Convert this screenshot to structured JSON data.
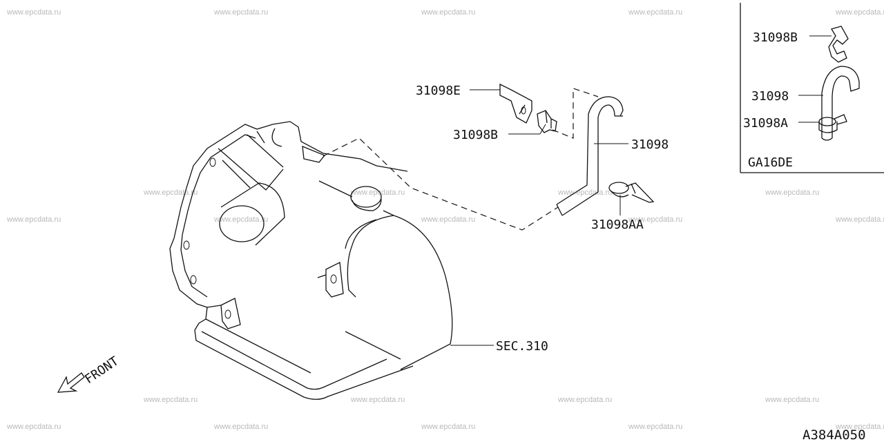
{
  "watermark": "www.epcdata.ru",
  "labels": {
    "bracket_e": "31098E",
    "clip_b": "31098B",
    "hose": "31098",
    "clamp_aa": "31098AA",
    "section_ref": "SEC.310",
    "front": "FRONT"
  },
  "inset": {
    "clip_b": "31098B",
    "hose": "31098",
    "clamp_a": "31098A",
    "engine": "GA16DE"
  },
  "diagram_code": "A384A050"
}
